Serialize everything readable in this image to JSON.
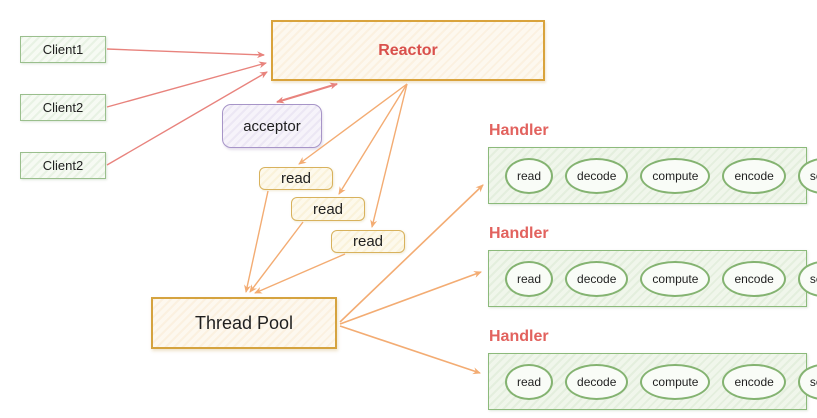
{
  "diagram": {
    "clients": [
      {
        "label": "Client1"
      },
      {
        "label": "Client2"
      },
      {
        "label": "Client2"
      }
    ],
    "reactor": {
      "label": "Reactor"
    },
    "acceptor": {
      "label": "acceptor"
    },
    "reads": [
      {
        "label": "read"
      },
      {
        "label": "read"
      },
      {
        "label": "read"
      }
    ],
    "thread_pool": {
      "label": "Thread Pool"
    },
    "handlers": [
      {
        "title": "Handler",
        "steps": [
          "read",
          "decode",
          "compute",
          "encode",
          "send"
        ]
      },
      {
        "title": "Handler",
        "steps": [
          "read",
          "decode",
          "compute",
          "encode",
          "send"
        ]
      },
      {
        "title": "Handler",
        "steps": [
          "read",
          "decode",
          "compute",
          "encode",
          "send"
        ]
      }
    ],
    "edges": [
      {
        "from": "client-1",
        "to": "reactor",
        "color": "#e8837d",
        "style": "single"
      },
      {
        "from": "client-2",
        "to": "reactor",
        "color": "#e8837d",
        "style": "single"
      },
      {
        "from": "client-3",
        "to": "reactor",
        "color": "#e8837d",
        "style": "single"
      },
      {
        "from": "reactor",
        "to": "acceptor",
        "color": "#e8837d",
        "style": "double"
      },
      {
        "from": "reactor",
        "to": "read-1",
        "color": "#f3ac73",
        "style": "single"
      },
      {
        "from": "reactor",
        "to": "read-2",
        "color": "#f3ac73",
        "style": "single"
      },
      {
        "from": "reactor",
        "to": "read-3",
        "color": "#f3ac73",
        "style": "single"
      },
      {
        "from": "read-1",
        "to": "thread-pool",
        "color": "#f3ac73",
        "style": "single"
      },
      {
        "from": "read-2",
        "to": "thread-pool",
        "color": "#f3ac73",
        "style": "single"
      },
      {
        "from": "read-3",
        "to": "thread-pool",
        "color": "#f3ac73",
        "style": "single"
      },
      {
        "from": "thread-pool",
        "to": "handler-1",
        "color": "#f3ac73",
        "style": "single"
      },
      {
        "from": "thread-pool",
        "to": "handler-2",
        "color": "#f3ac73",
        "style": "single"
      },
      {
        "from": "thread-pool",
        "to": "handler-3",
        "color": "#f3ac73",
        "style": "single"
      }
    ],
    "colors": {
      "arrow_red": "#e8837d",
      "arrow_orange": "#f3ac73",
      "reactor_text": "#d9504c",
      "handler_title": "#e2625e",
      "gold_border": "#d9a33c",
      "green_border": "#8cba7b",
      "purple_border": "#a795c8"
    }
  }
}
